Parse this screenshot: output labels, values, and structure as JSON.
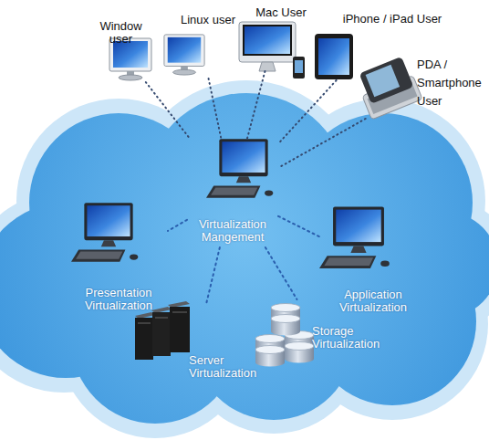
{
  "diagram": {
    "nodes": [
      {
        "text": [
          "Window user"
        ]
      },
      {
        "text": [
          "Linux user"
        ]
      },
      {
        "text": [
          "Mac User"
        ]
      },
      {
        "text": [
          "iPhone / iPad User"
        ]
      },
      {
        "text": [
          "PDA / Smartphone User"
        ]
      },
      {
        "text": [
          "Virtualization Mangement"
        ]
      },
      {
        "text": [
          "Presentation Virtualization"
        ]
      },
      {
        "text": [
          "Application Virtualization"
        ]
      },
      {
        "text": [
          "Server Virtualization"
        ]
      },
      {
        "text": [
          "Storage Virtualization"
        ]
      }
    ],
    "edges": [
      {
        "from": 0,
        "to": 5,
        "arrow": "none"
      },
      {
        "from": 1,
        "to": 5,
        "arrow": "none"
      },
      {
        "from": 2,
        "to": 5,
        "arrow": "none"
      },
      {
        "from": 3,
        "to": 5,
        "arrow": "none"
      },
      {
        "from": 4,
        "to": 5,
        "arrow": "none"
      },
      {
        "from": 5,
        "to": 6,
        "arrow": "none"
      },
      {
        "from": 5,
        "to": 7,
        "arrow": "none"
      },
      {
        "from": 5,
        "to": 8,
        "arrow": "none"
      },
      {
        "from": 5,
        "to": 9,
        "arrow": "none"
      }
    ]
  }
}
